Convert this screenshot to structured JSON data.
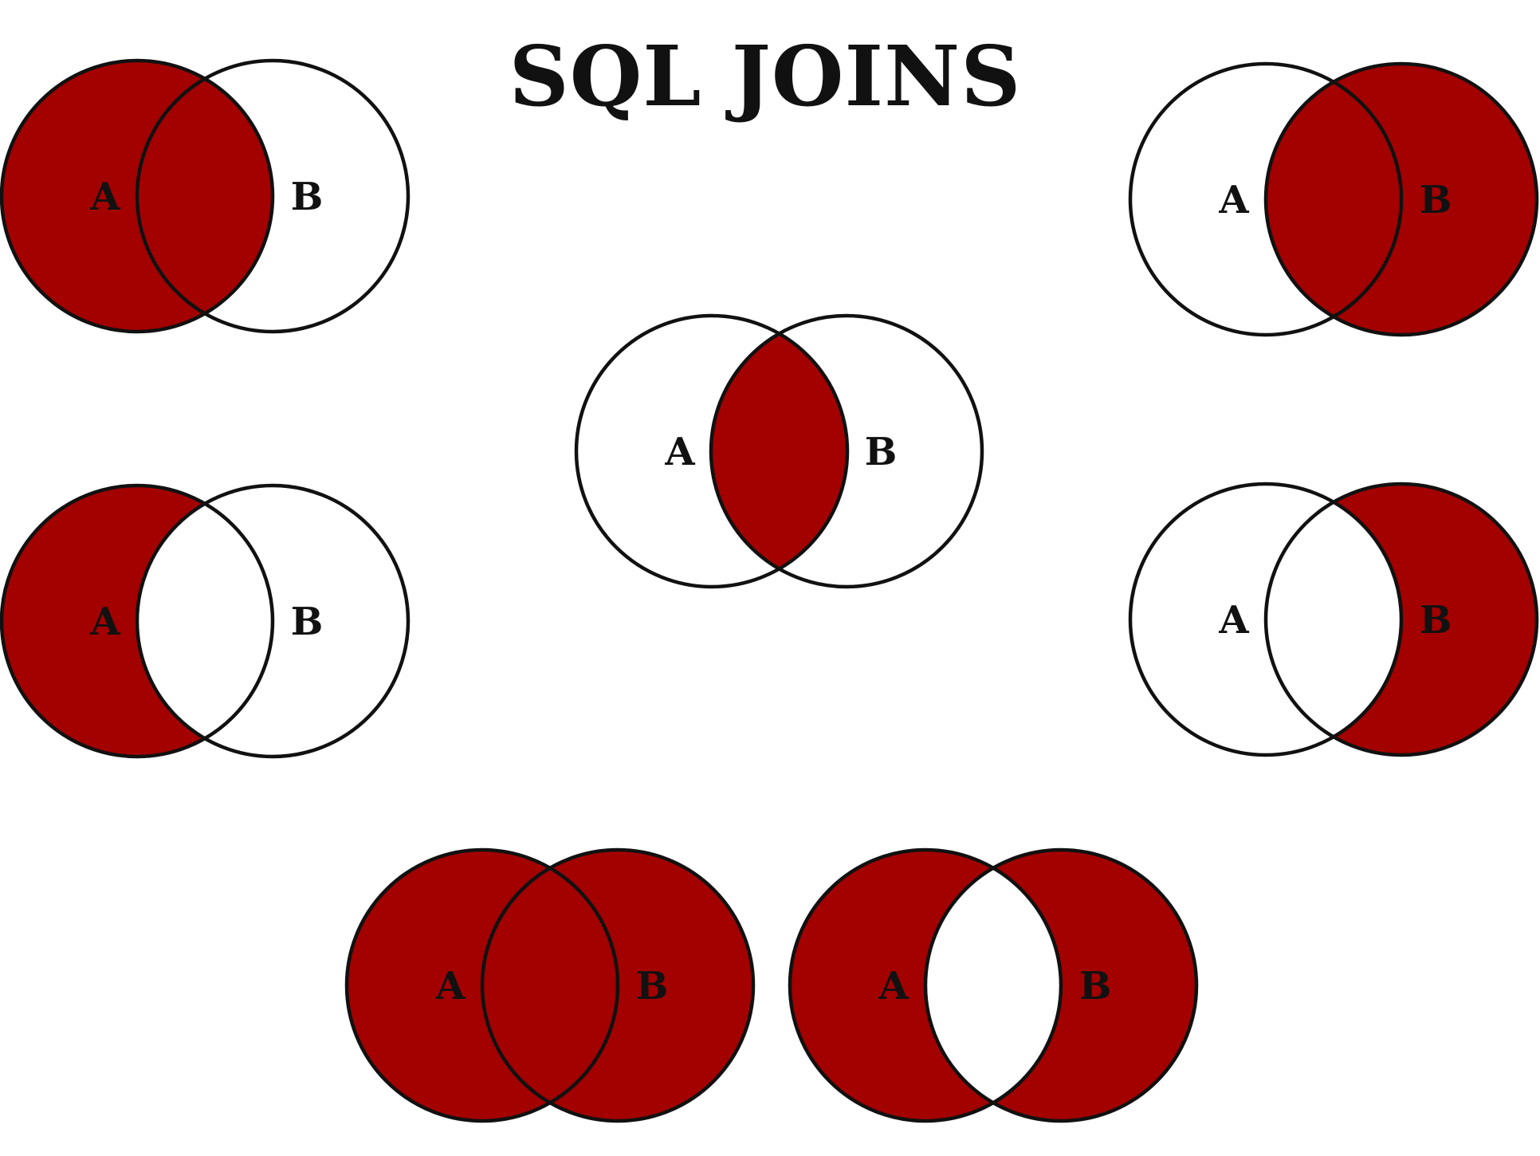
{
  "title": "SQL JOINS",
  "colors": {
    "fill": "#a30000",
    "outline": "#111111",
    "background": "#ffffff"
  },
  "diagrams": [
    {
      "id": "top-left",
      "label_a": "A",
      "label_b": "B",
      "shaded_regions": [
        "a-only",
        "intersection"
      ]
    },
    {
      "id": "top-right",
      "label_a": "A",
      "label_b": "B",
      "shaded_regions": [
        "intersection",
        "b-only"
      ]
    },
    {
      "id": "center",
      "label_a": "A",
      "label_b": "B",
      "shaded_regions": [
        "intersection"
      ]
    },
    {
      "id": "mid-left",
      "label_a": "A",
      "label_b": "B",
      "shaded_regions": [
        "a-only"
      ]
    },
    {
      "id": "mid-right",
      "label_a": "A",
      "label_b": "B",
      "shaded_regions": [
        "b-only"
      ]
    },
    {
      "id": "bottom-left",
      "label_a": "A",
      "label_b": "B",
      "shaded_regions": [
        "a-only",
        "intersection",
        "b-only"
      ]
    },
    {
      "id": "bottom-right",
      "label_a": "A",
      "label_b": "B",
      "shaded_regions": [
        "a-only",
        "b-only"
      ]
    }
  ]
}
